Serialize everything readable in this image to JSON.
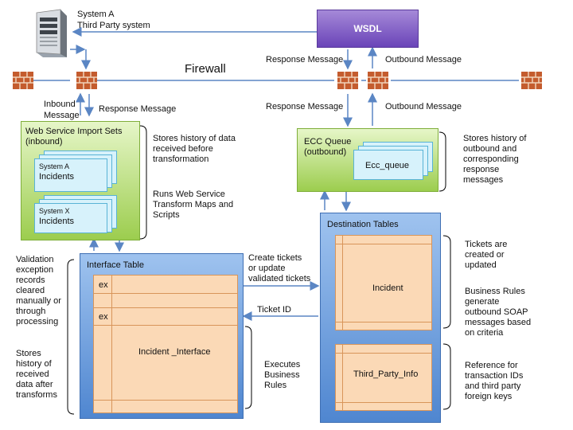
{
  "system_a": {
    "line1": "System A",
    "line2": "Third Party system"
  },
  "wsdl": "WSDL",
  "firewall": "Firewall",
  "left_labels": {
    "inbound_line1": "Inbound",
    "inbound_line2": "Message",
    "response": "Response Message"
  },
  "right_labels": {
    "response_top": "Response Message",
    "outbound_top": "Outbound Message",
    "response_bottom": "Response Message",
    "outbound_bottom": "Outbound Message"
  },
  "import_sets": {
    "title_line1": "Web Service Import Sets",
    "title_line2": "(inbound)",
    "doc1": {
      "small": "System A",
      "big": "Incidents"
    },
    "doc2": {
      "small": "System X",
      "big": "Incidents"
    }
  },
  "import_notes": {
    "note1": [
      "Stores history of data",
      "received before",
      "transformation"
    ],
    "note2": [
      "Runs Web Service",
      "Transform Maps and",
      "Scripts"
    ]
  },
  "ecc_queue": {
    "title_line1": "ECC Queue",
    "title_line2": "(outbound)",
    "doc": "Ecc_queue"
  },
  "ecc_note": [
    "Stores history of",
    "outbound and",
    "corresponding",
    "response",
    "messages"
  ],
  "destination": {
    "title": "Destination Tables",
    "table1": "Incident",
    "table2": "Third_Party_Info"
  },
  "dest_notes": {
    "note1": [
      "Tickets are",
      "created or",
      "updated"
    ],
    "note2": [
      "Business Rules",
      "generate",
      "outbound SOAP",
      "messages based",
      "on criteria"
    ],
    "note3": [
      "Reference for",
      "transaction IDs",
      "and third party",
      "foreign keys"
    ]
  },
  "interface": {
    "title": "Interface Table",
    "row_ex1": "ex",
    "row_ex2": "ex",
    "main": "Incident _Interface"
  },
  "left_notes": {
    "note1": [
      "Validation",
      "exception",
      "records",
      "cleared",
      "manually or",
      "through",
      "processing"
    ],
    "note2": [
      "Stores",
      "history of",
      "received",
      "data after",
      "transforms"
    ]
  },
  "middle_labels": {
    "create": [
      "Create tickets",
      "or update",
      "validated tickets"
    ],
    "ticket_id": "Ticket ID",
    "executes": [
      "Executes",
      "Business",
      "Rules"
    ]
  }
}
